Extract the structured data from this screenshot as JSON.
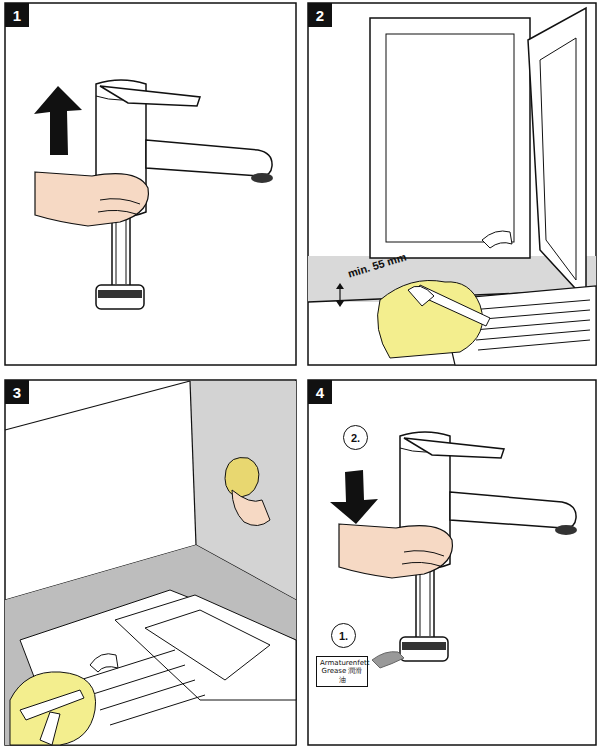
{
  "diagram": {
    "nodes": [
      {
        "text": [
          "1"
        ]
      },
      {
        "text": [
          "2"
        ]
      },
      {
        "text": [
          "3"
        ]
      },
      {
        "text": [
          "4"
        ]
      },
      {
        "text": [
          "2."
        ]
      },
      {
        "text": [
          "1."
        ]
      },
      {
        "text": [
          "Armaturenfett Grease 潤滑油"
        ]
      }
    ],
    "labels": [
      "min. 55 mm"
    ]
  }
}
